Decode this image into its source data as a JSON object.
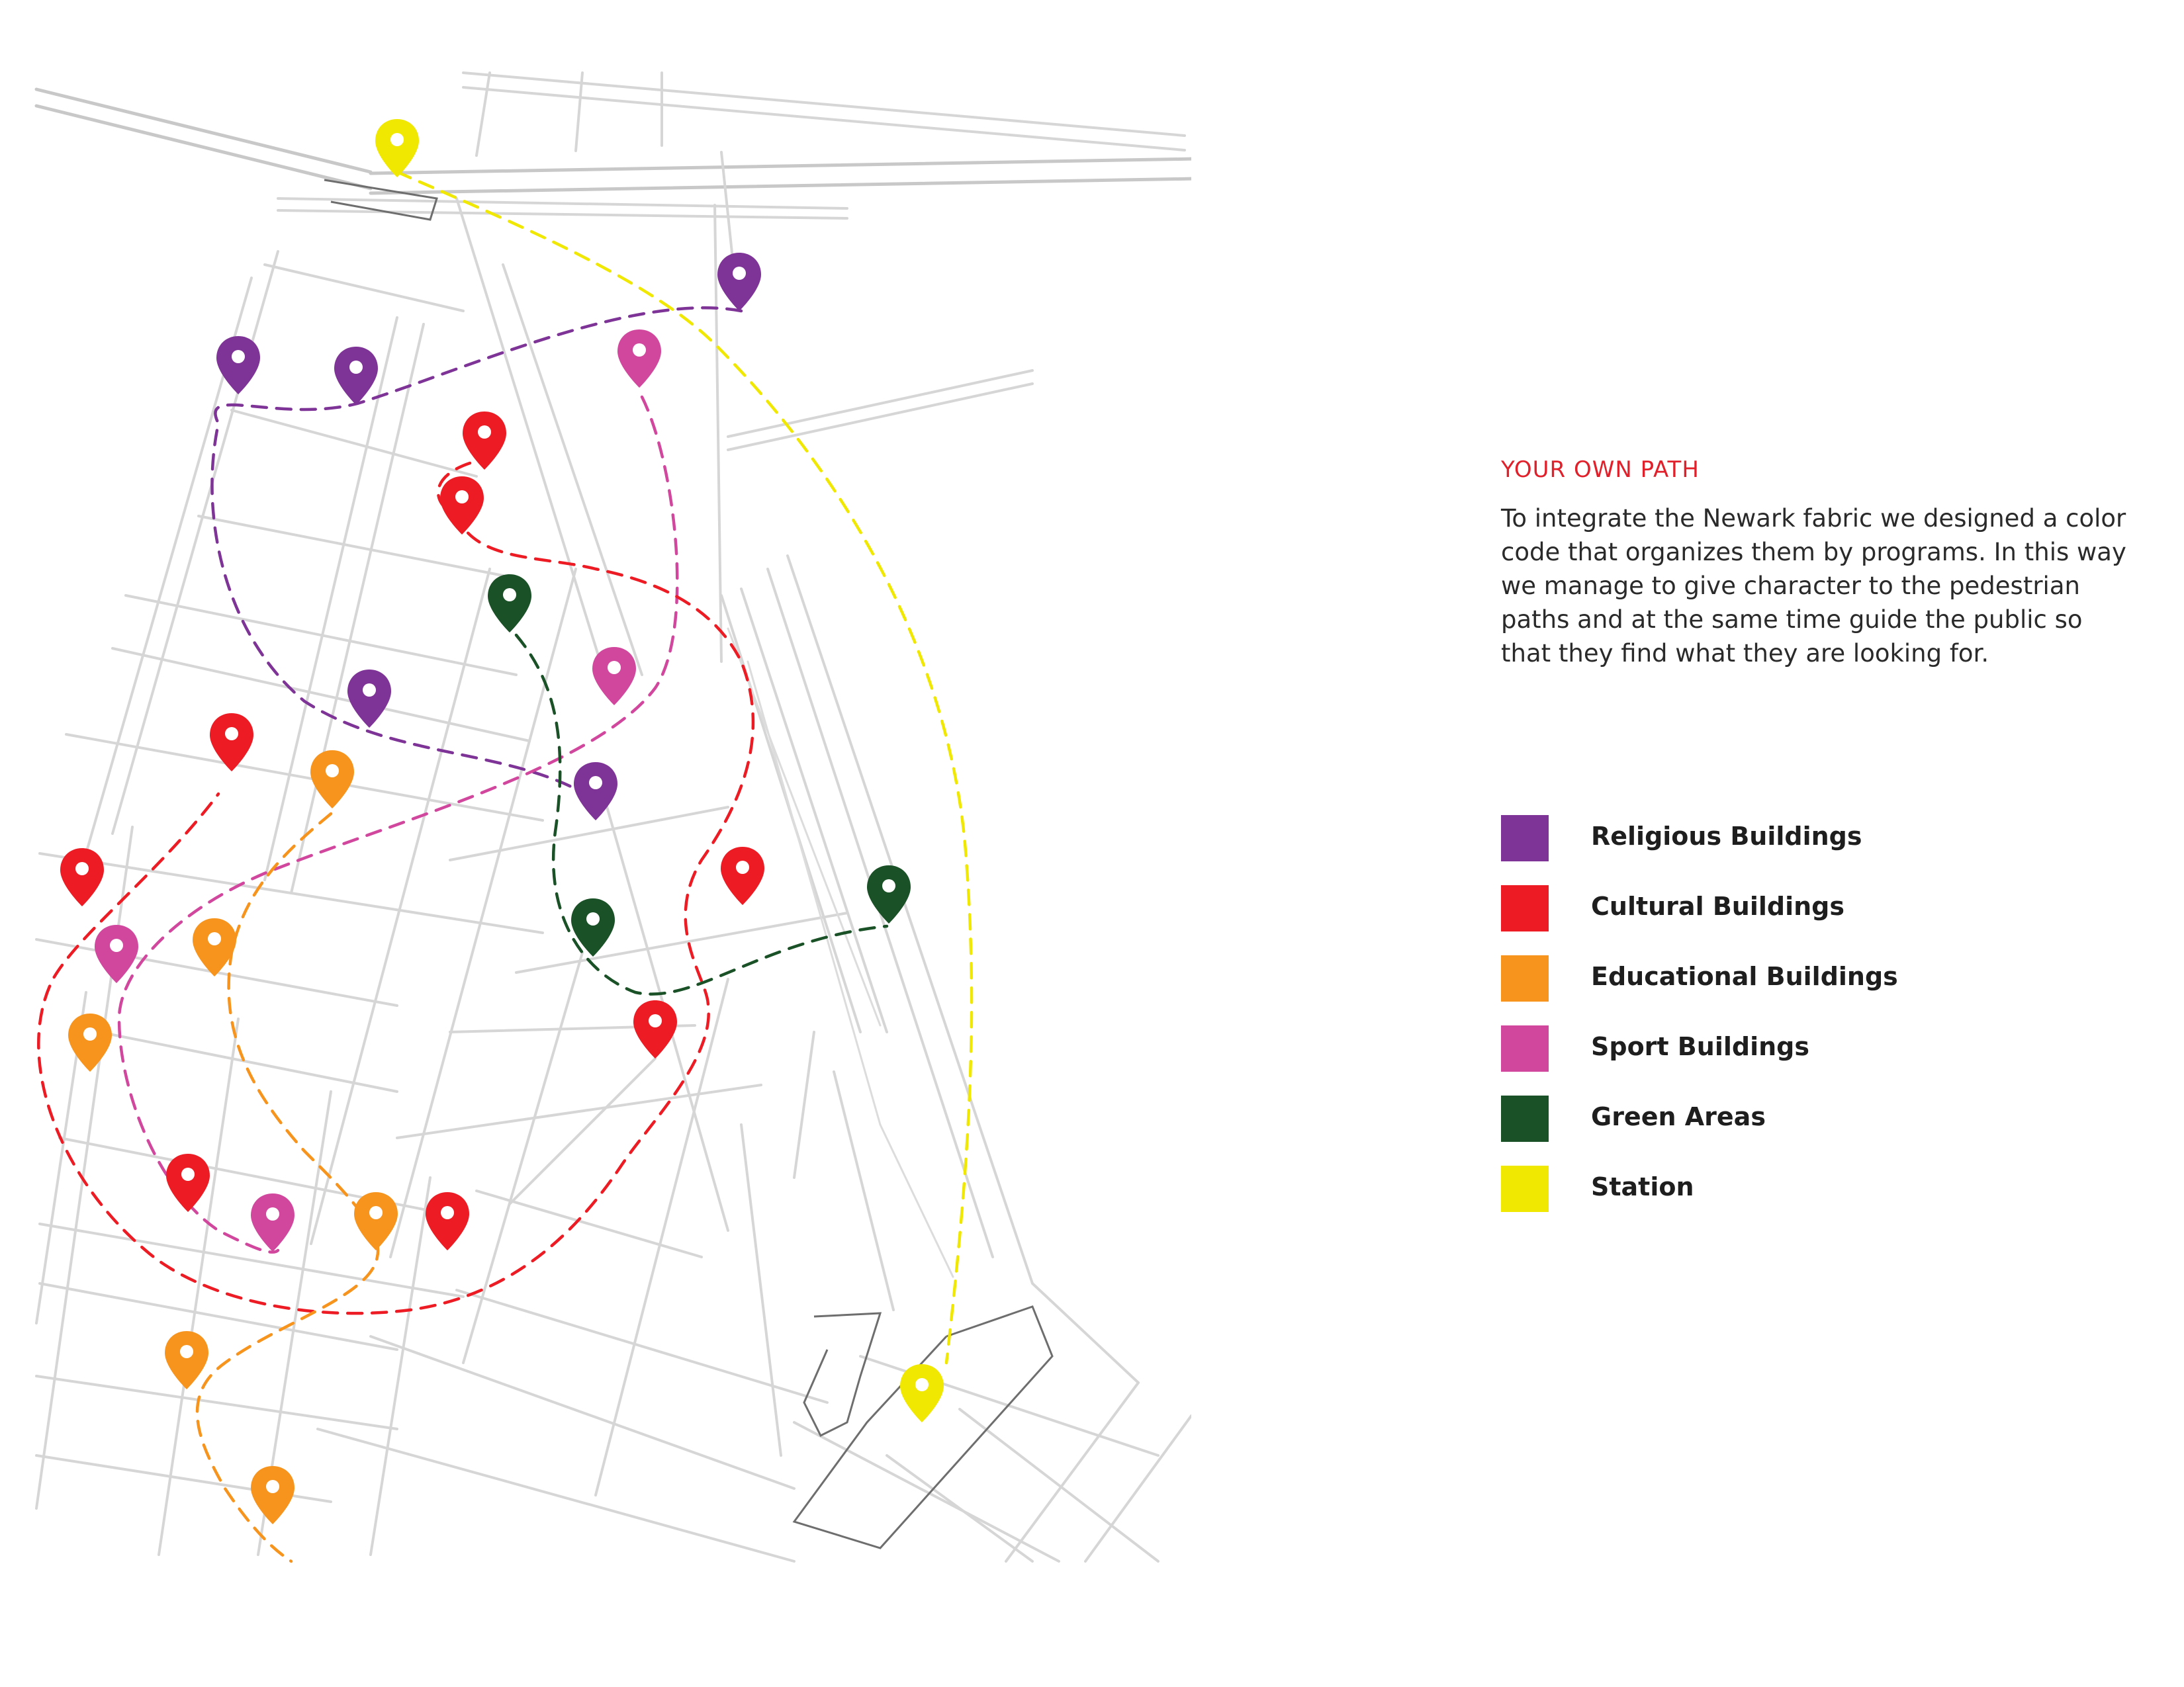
{
  "panel": {
    "title": "YOUR OWN PATH",
    "title_color": "#e0202a",
    "description": "To integrate the Newark fabric we designed a color code that organizes them by programs. In this way we manage to give character to the pedestrian paths and at the same time guide the public so that they find what they are looking for."
  },
  "legend": [
    {
      "label": "Religious Buildings",
      "color": "#7e3396",
      "key": "religious"
    },
    {
      "label": "Cultural Buildings",
      "color": "#ed1c24",
      "key": "cultural"
    },
    {
      "label": "Educational Buildings",
      "color": "#f7941d",
      "key": "educational"
    },
    {
      "label": "Sport Buildings",
      "color": "#d2479e",
      "key": "sport"
    },
    {
      "label": "Green Areas",
      "color": "#1a5127",
      "key": "green"
    },
    {
      "label": "Station",
      "color": "#f0e800",
      "key": "station"
    }
  ],
  "map": {
    "icon": "location-pin-icon",
    "markers": [
      {
        "type": "station"
      },
      {
        "type": "station"
      },
      {
        "type": "religious"
      },
      {
        "type": "religious"
      },
      {
        "type": "religious"
      },
      {
        "type": "religious"
      },
      {
        "type": "religious"
      },
      {
        "type": "cultural"
      },
      {
        "type": "cultural"
      },
      {
        "type": "cultural"
      },
      {
        "type": "cultural"
      },
      {
        "type": "cultural"
      },
      {
        "type": "cultural"
      },
      {
        "type": "cultural"
      },
      {
        "type": "cultural"
      },
      {
        "type": "educational"
      },
      {
        "type": "educational"
      },
      {
        "type": "educational"
      },
      {
        "type": "educational"
      },
      {
        "type": "educational"
      },
      {
        "type": "educational"
      },
      {
        "type": "sport"
      },
      {
        "type": "sport"
      },
      {
        "type": "sport"
      },
      {
        "type": "sport"
      },
      {
        "type": "green"
      },
      {
        "type": "green"
      },
      {
        "type": "green"
      }
    ],
    "routes": [
      "station",
      "religious",
      "sport",
      "cultural",
      "educational",
      "green"
    ]
  }
}
